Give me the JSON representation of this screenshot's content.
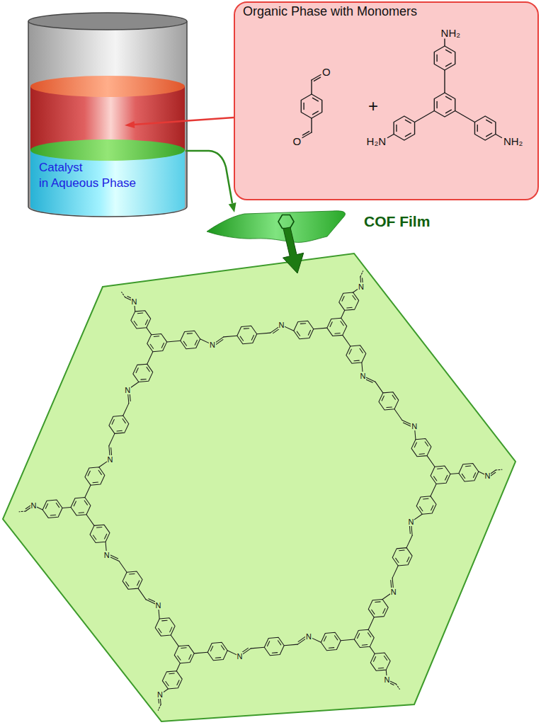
{
  "diagram": {
    "nodes": [
      {
        "text": [
          "Organic Phase with Monomers",
          "+",
          "O",
          "O",
          "NH₂",
          "H₂N",
          "NH₂"
        ]
      },
      {
        "text": [
          "Catalyst in Aqueous Phase"
        ]
      },
      {
        "text": [
          "COF Film"
        ]
      }
    ],
    "labels": [
      "N",
      "N",
      "N",
      "N",
      "N",
      "N",
      "N",
      "N",
      "N",
      "N",
      "N",
      "N",
      "N",
      "N",
      "N",
      "N",
      "N",
      "N"
    ]
  }
}
